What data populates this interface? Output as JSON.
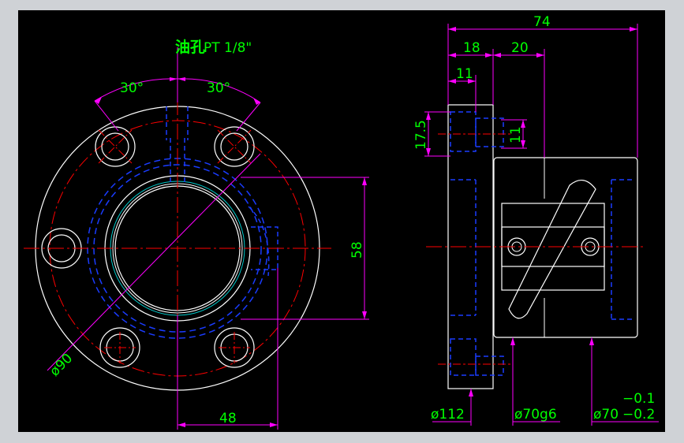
{
  "drawing": {
    "title_note": "油孔",
    "thread_note": "PT 1/8\"",
    "angle_left": "30°",
    "angle_right": "30°",
    "dia_90": "ø90",
    "dim_48": "48",
    "dim_58": "58",
    "dim_74": "74",
    "dim_18": "18",
    "dim_20": "20",
    "dim_11_top": "11",
    "dim_17_5": "17.5",
    "dim_11_side": "11",
    "dia_112": "ø112",
    "dia_70g6": "ø70g6",
    "dia_70": "ø70",
    "tol_upper": "−0.1",
    "tol_lower": "−0.2"
  },
  "colors": {
    "background": "#000000",
    "frame": "#cfd2d6",
    "outline": "#ffffff",
    "hidden": "#1a3cff",
    "center": "#ff0000",
    "dimension": "#ff00ff",
    "dim_text": "#00ff00",
    "thread": "#00c8c8"
  }
}
